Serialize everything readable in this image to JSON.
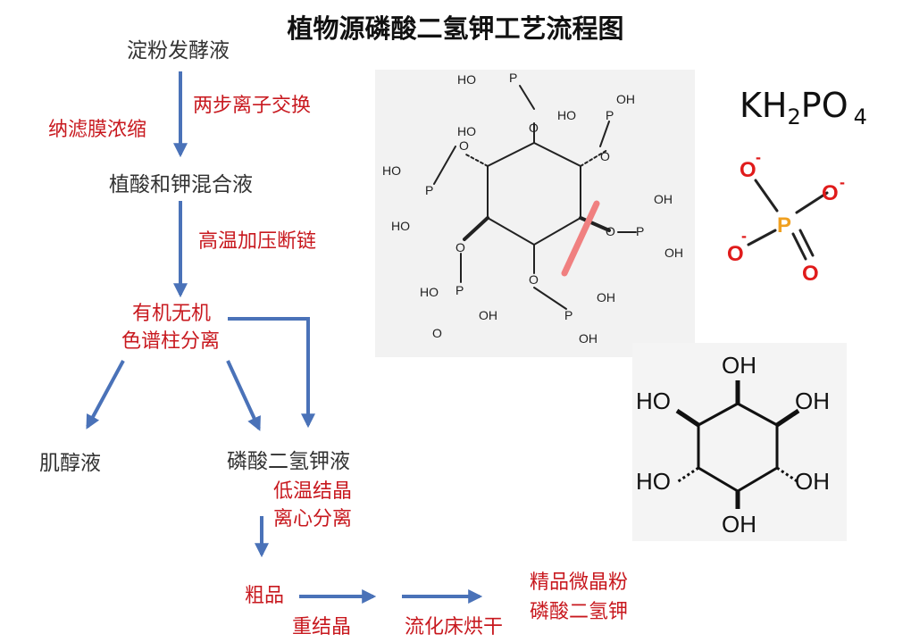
{
  "title": "植物源磷酸二氢钾工艺流程图",
  "nodes": {
    "starch_broth": "淀粉发酵液",
    "phytic_potassium_mix": "植酸和钾混合液",
    "chromatography_line1": "有机无机",
    "chromatography_line2": "色谱柱分离",
    "inositol_liquid": "肌醇液",
    "kdp_liquid": "磷酸二氢钾液",
    "crude": "粗品",
    "final_line1": "精品微晶粉",
    "final_line2": "磷酸二氢钾"
  },
  "steps": {
    "nanofiltration": "纳滤膜浓缩",
    "ion_exchange": "两步离子交换",
    "high_temp": "高温加压断链",
    "crystallize_line1": "低温结晶",
    "crystallize_line2": "离心分离",
    "recrystallize": "重结晶",
    "fluid_bed": "流化床烘干"
  },
  "formula": {
    "part1": "KH",
    "sub1": "2",
    "part2": "PO",
    "sub2": "4"
  },
  "phosphate_ion": {
    "o_top": "O",
    "o_right": "O",
    "o_left": "O",
    "o_bottom": "O",
    "p": "P",
    "charge": "-"
  },
  "inositol": {
    "oh": "OH",
    "ho": "HO"
  },
  "phytic": {
    "oh": "OH",
    "ho": "HO",
    "p": "P",
    "o": "O"
  },
  "colors": {
    "arrow": "#4a72b8",
    "step_text": "#c8191f",
    "node_text": "#333333",
    "oxygen": "#e01b1b",
    "phosphorus": "#f0a020",
    "cut_mark": "#f08080",
    "panel_bg": "#f2f2f2"
  }
}
